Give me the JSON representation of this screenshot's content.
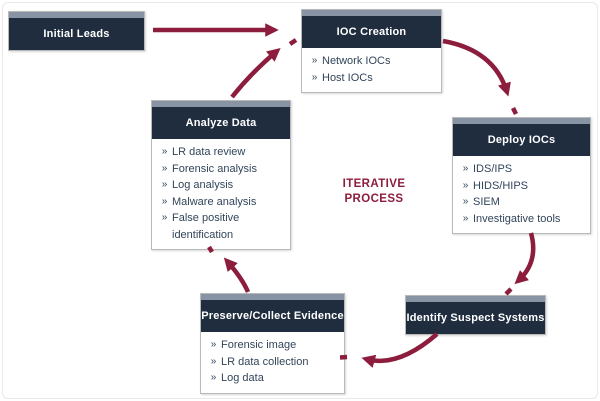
{
  "diagram": {
    "center_label": {
      "line1": "ITERATIVE",
      "line2": "PROCESS"
    },
    "bullet_char": "»",
    "colors": {
      "header_bg": "#1f2d3f",
      "header_strip": "#8894a3",
      "arrow": "#8c1d3d",
      "list_text": "#32455a",
      "box_border": "#b9b9b9",
      "title_text": "#ffffff",
      "frame_border": "#eae8e8",
      "center_label": "#8c1d3d"
    },
    "nodes": [
      {
        "id": "initial-leads",
        "title": "Initial Leads",
        "items": []
      },
      {
        "id": "ioc-creation",
        "title": "IOC Creation",
        "items": [
          "Network IOCs",
          "Host IOCs"
        ]
      },
      {
        "id": "deploy-iocs",
        "title": "Deploy IOCs",
        "items": [
          "IDS/IPS",
          "HIDS/HIPS",
          "SIEM",
          "Investigative tools"
        ]
      },
      {
        "id": "identify-suspect-systems",
        "title": "Identify Suspect Systems",
        "items": []
      },
      {
        "id": "preserve-collect-evidence",
        "title": "Preserve/Collect Evidence",
        "items": [
          "Forensic image",
          "LR data collection",
          "Log data"
        ]
      },
      {
        "id": "analyze-data",
        "title": "Analyze Data",
        "items": [
          "LR data review",
          "Forensic analysis",
          "Log analysis",
          "Malware analysis",
          "False positive identification"
        ]
      }
    ],
    "flow": [
      "Initial Leads → IOC Creation",
      "IOC Creation → Deploy IOCs",
      "Deploy IOCs → Identify Suspect Systems",
      "Identify Suspect Systems → Preserve/Collect Evidence",
      "Preserve/Collect Evidence → Analyze Data",
      "Analyze Data → IOC Creation"
    ]
  }
}
